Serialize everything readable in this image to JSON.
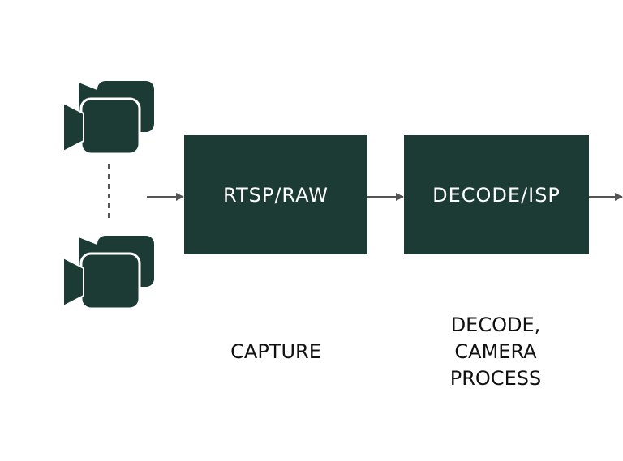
{
  "colors": {
    "box_fill": "#1c3b35",
    "camera_fill": "#1c3b35",
    "camera_outline": "#ffffff",
    "arrow": "#555555",
    "text_light": "#ffffff",
    "text_dark": "#111111"
  },
  "cameras": {
    "icon": "video-camera-stack-icon",
    "separator": "dashed-vertical-line"
  },
  "stages": [
    {
      "box_label": "RTSP/RAW",
      "caption": "CAPTURE"
    },
    {
      "box_label": "DECODE/ISP",
      "caption": "DECODE,\nCAMERA\nPROCESS"
    }
  ]
}
